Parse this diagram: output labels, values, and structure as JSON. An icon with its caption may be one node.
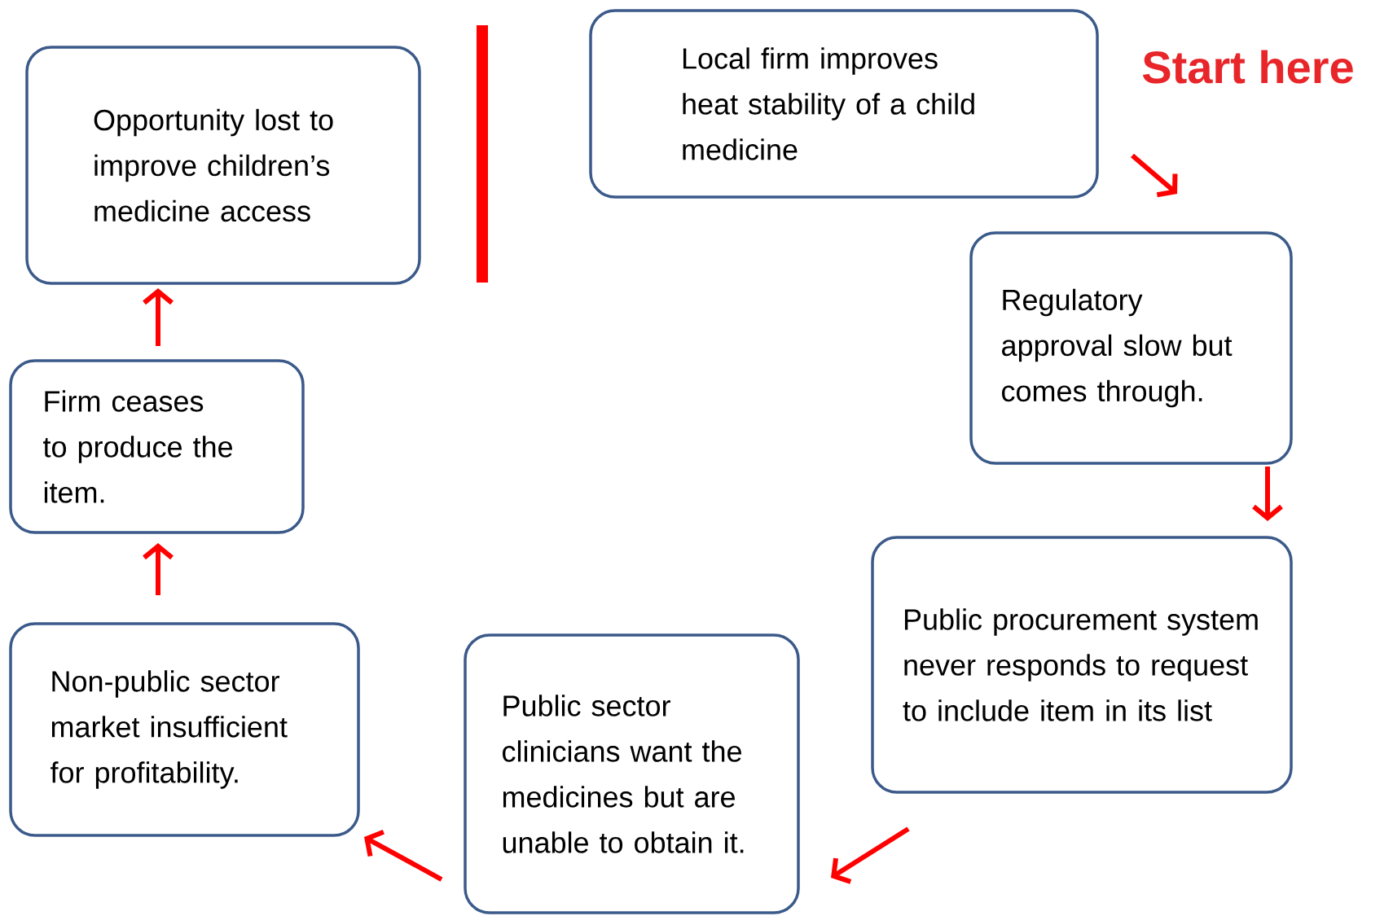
{
  "diagram": {
    "nodes": [
      {
        "text": [
          "Local firm improves heat stability of a child medicine"
        ]
      },
      {
        "text": [
          "Regulatory approval slow but comes through."
        ]
      },
      {
        "text": [
          "Public procurement system never responds to request to include item in its list"
        ]
      },
      {
        "text": [
          "Public sector clinicians want the medicines but are unable to obtain it."
        ]
      },
      {
        "text": [
          "Non-public sector market insufficient for profitability."
        ]
      },
      {
        "text": [
          "Firm ceases to produce the item."
        ]
      },
      {
        "text": [
          "Opportunity lost to improve children’s medicine access"
        ]
      },
      {
        "text": [],
        "shape": "bar"
      }
    ],
    "edges": [
      {
        "from": 0,
        "to": 1,
        "arrow": "to"
      },
      {
        "from": 1,
        "to": 2,
        "arrow": "to"
      },
      {
        "from": 2,
        "to": 3,
        "arrow": "to"
      },
      {
        "from": 3,
        "to": 4,
        "arrow": "to"
      },
      {
        "from": 4,
        "to": 5,
        "arrow": "to"
      },
      {
        "from": 5,
        "to": 6,
        "arrow": "to"
      }
    ],
    "labels": [
      "Start here"
    ]
  }
}
